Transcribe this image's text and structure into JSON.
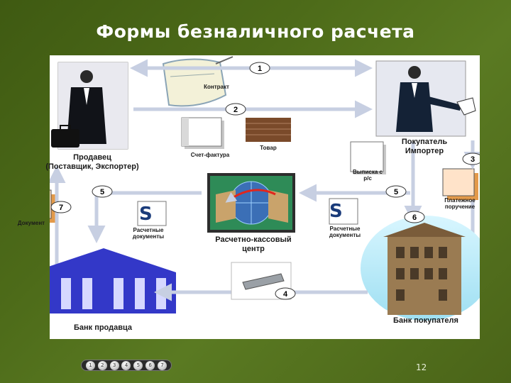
{
  "title": "Формы безналичного расчета",
  "labels": {
    "seller": "Продавец\n(Поставщик, Экспортер)",
    "buyer": "Покупатель\nИмпортер",
    "contract": "Контракт",
    "invoice": "Счет-фактура",
    "goods": "Товар",
    "settlement_center": "Расчетно-кассовый\nцентр",
    "settlement_docs_left": "Расчетные\nдокументы",
    "settlement_docs_right": "Расчетные\nдокументы",
    "statement": "Выписка с\nр/с",
    "payment_order": "Платежное\nпоручение",
    "documents": "Документ",
    "seller_bank": "Банк продавца",
    "buyer_bank": "Банк покупателя"
  },
  "arrow_numbers": [
    "1",
    "2",
    "3",
    "4",
    "5",
    "5",
    "6",
    "7"
  ],
  "nav_buttons": [
    "1",
    "2",
    "3",
    "4",
    "5",
    "6",
    "7"
  ],
  "page_number": "12",
  "colors": {
    "background": "#4d6b19",
    "arrow": "#cfd6e6",
    "bank": "#3338c8",
    "center_bg": "#2e8b57",
    "buyer_bank_halo": "#bfeefa"
  }
}
